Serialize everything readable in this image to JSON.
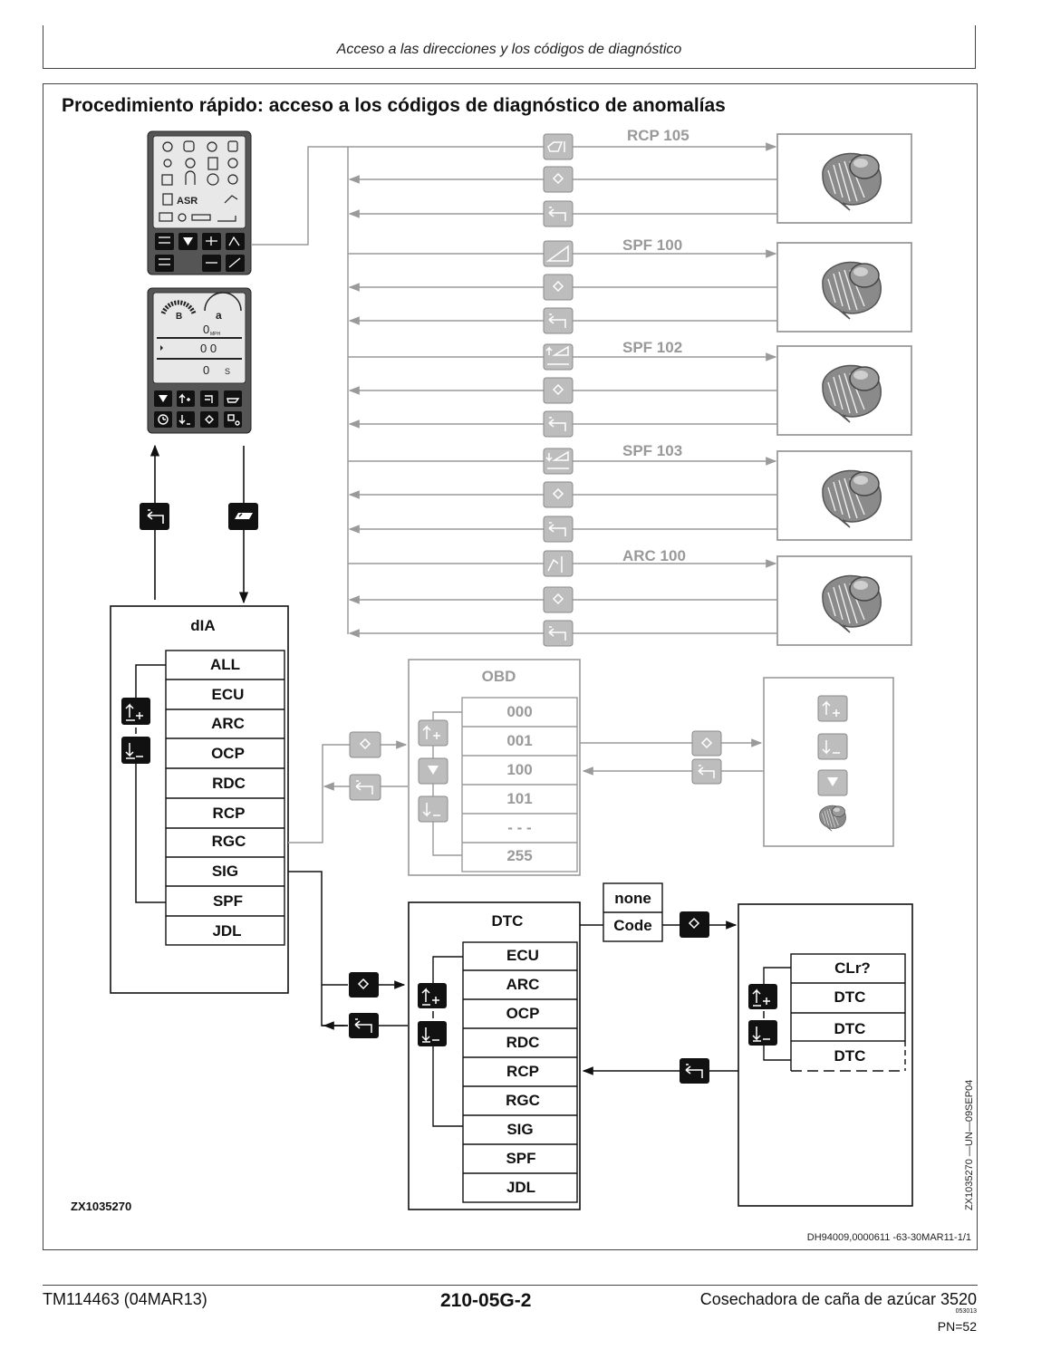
{
  "header": {
    "title": "Acceso a las direcciones y los códigos de diagnóstico"
  },
  "section": {
    "title": "Procedimiento rápido: acceso a los códigos de diagnóstico de anomalías"
  },
  "right_labels": [
    "RCP 105",
    "SPF 100",
    "SPF 102",
    "SPF 103",
    "ARC 100"
  ],
  "panel_lcd": {
    "mph_unit": "MPH",
    "asr_label": "ASR",
    "readout_1": "0",
    "readout_2": "0 0",
    "readout_3": "0"
  },
  "dia": {
    "title": "dIA",
    "items": [
      "ALL",
      "ECU",
      "ARC",
      "OCP",
      "RDC",
      "RCP",
      "RGC",
      "SIG",
      "SPF",
      "JDL"
    ]
  },
  "obd": {
    "title": "OBD",
    "items": [
      "000",
      "001",
      "100",
      "101",
      "- - -",
      "255"
    ]
  },
  "dtc": {
    "title": "DTC",
    "items": [
      "ECU",
      "ARC",
      "OCP",
      "RDC",
      "RCP",
      "RGC",
      "SIG",
      "SPF",
      "JDL"
    ]
  },
  "code_box": {
    "none_label": "none",
    "code_label": "Code"
  },
  "result": {
    "items": [
      "CLr?",
      "DTC",
      "DTC",
      "DTC"
    ]
  },
  "figure": {
    "id": "ZX1035270",
    "vertical_id": "ZX1035270 —UN—09SEP04",
    "ref": "DH94009,0000611 -63-30MAR11-1/1"
  },
  "footer": {
    "left": "TM114463 (04MAR13)",
    "center": "210-05G-2",
    "right": "Cosechadora de caña de azúcar 3520",
    "code": "053013",
    "pn": "PN=52"
  },
  "colors": {
    "line": "#111111",
    "grey": "#9a9a9a",
    "grey_fill": "#bdbdbd",
    "dark_key": "#111111"
  }
}
